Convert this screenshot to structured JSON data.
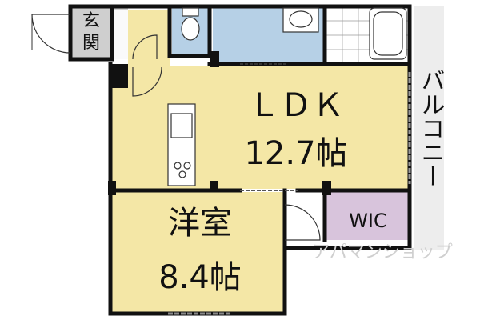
{
  "rooms": {
    "entrance": "玄関",
    "ldk": {
      "name": "ＬＤＫ",
      "size": "12.7帖"
    },
    "western": {
      "name": "洋室",
      "size": "8.4帖"
    },
    "wic": "WIC",
    "balcony": "バルコニー"
  },
  "colors": {
    "ldk_floor": "#f4e7a6",
    "wet_area": "#b6d0e6",
    "entrance_floor": "#cfcfcf",
    "wic_floor": "#d8c4dc",
    "balcony": "#ededed",
    "wall": "#111111"
  },
  "watermark": "アパマンショップ"
}
